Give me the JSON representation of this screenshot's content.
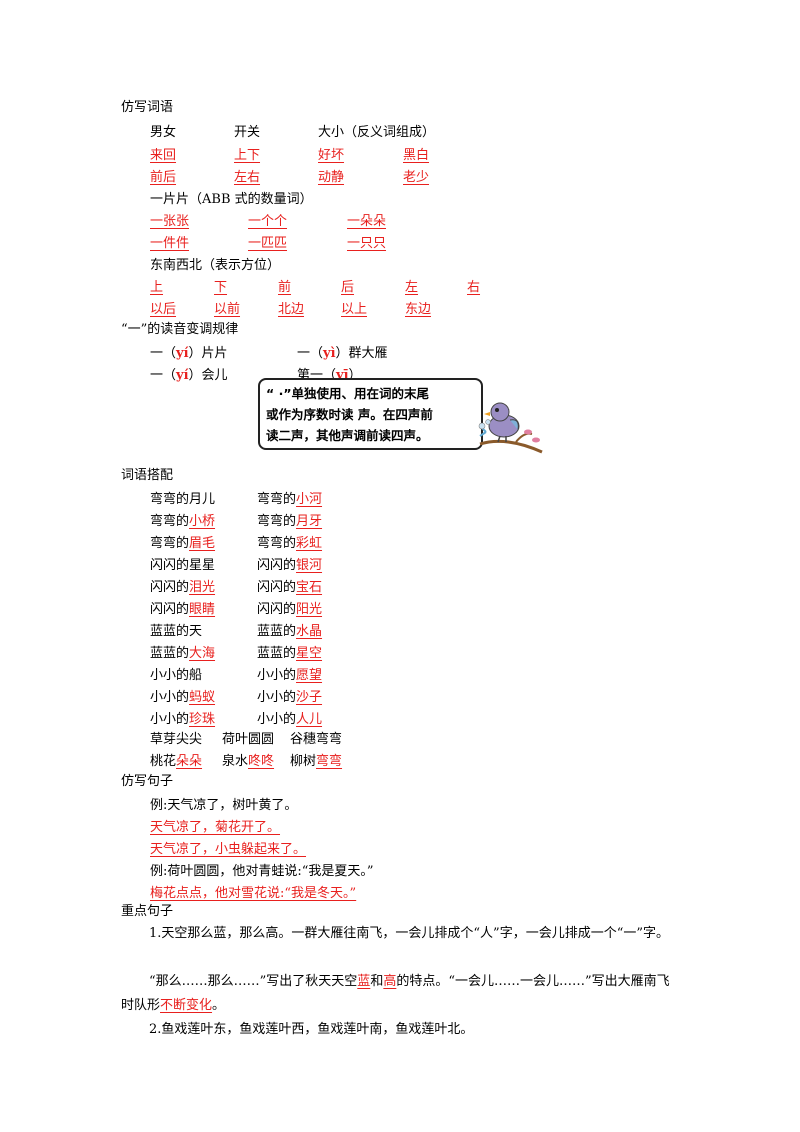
{
  "sec1": {
    "title": "仿写词语",
    "antonym": {
      "heads": [
        "男女",
        "开关",
        "大小（反义词组成）"
      ],
      "row1": [
        "来回",
        "上下",
        "好坏",
        "黑白"
      ],
      "row2": [
        "前后",
        "左右",
        "动静",
        "老少"
      ]
    },
    "abb": {
      "head": "一片片（ABB 式的数量词）",
      "row1": [
        "一张张",
        "一个个",
        "一朵朵"
      ],
      "row2": [
        "一件件",
        "一匹匹",
        "一只只"
      ]
    },
    "direction": {
      "head": "东南西北（表示方位）",
      "row1": [
        "上",
        "下",
        "前",
        "后",
        "左",
        "右"
      ],
      "row2": [
        "以后",
        "以前",
        "北边",
        "以上",
        "东边"
      ]
    }
  },
  "sec2": {
    "title": "“一”的读音变调规律",
    "a1_pre": "一（",
    "a1_py": "yí",
    "a1_post": "）片片",
    "a2_pre": "一（",
    "a2_py": "yì",
    "a2_post": "）群大雁",
    "b1_pre": "一（",
    "b1_py": "yí",
    "b1_post": "）会儿",
    "b2_pre": "第一（",
    "b2_py": "yī",
    "b2_post": "）",
    "callout_1": "“ ·”单独使用、用在词的末尾",
    "callout_2": "或作为序数时读  声。在四声前",
    "callout_3": "读二声，其他声调前读四声。"
  },
  "sec3": {
    "title": "词语搭配",
    "rows": [
      {
        "l_pre": "弯弯的月儿",
        "l_ans": "",
        "r_pre": "弯弯的",
        "r_ans": "小河"
      },
      {
        "l_pre": "弯弯的",
        "l_ans": "小桥",
        "r_pre": "弯弯的",
        "r_ans": "月牙"
      },
      {
        "l_pre": "弯弯的",
        "l_ans": "眉毛",
        "r_pre": "弯弯的",
        "r_ans": "彩虹"
      },
      {
        "l_pre": "闪闪的星星",
        "l_ans": "",
        "r_pre": "闪闪的",
        "r_ans": "银河"
      },
      {
        "l_pre": "闪闪的",
        "l_ans": "泪光",
        "r_pre": "闪闪的",
        "r_ans": "宝石"
      },
      {
        "l_pre": "闪闪的",
        "l_ans": "眼睛",
        "r_pre": "闪闪的",
        "r_ans": "阳光"
      },
      {
        "l_pre": "蓝蓝的天",
        "l_ans": "",
        "r_pre": "蓝蓝的",
        "r_ans": "水晶"
      },
      {
        "l_pre": "蓝蓝的",
        "l_ans": "大海",
        "r_pre": "蓝蓝的",
        "r_ans": "星空"
      },
      {
        "l_pre": "小小的船",
        "l_ans": "",
        "r_pre": "小小的",
        "r_ans": "愿望"
      },
      {
        "l_pre": "小小的",
        "l_ans": "蚂蚁",
        "r_pre": "小小的",
        "r_ans": "沙子"
      },
      {
        "l_pre": "小小的",
        "l_ans": "珍珠",
        "r_pre": "小小的",
        "r_ans": "人儿"
      }
    ],
    "trio1": [
      "草芽尖尖",
      "荷叶圆圆",
      "谷穗弯弯"
    ],
    "trio2": [
      {
        "pre": "桃花",
        "ans": "朵朵"
      },
      {
        "pre": "泉水",
        "ans": "咚咚"
      },
      {
        "pre": "柳树",
        "ans": "弯弯"
      }
    ]
  },
  "sec4": {
    "title": "仿写句子",
    "ex1": "例:天气凉了，树叶黄了。",
    "ans1": "天气凉了，菊花开了。",
    "ans2": "天气凉了，小虫躲起来了。",
    "ex2": "例:荷叶圆圆，他对青蛙说:“我是夏天。”",
    "ans3": "梅花点点，他对雪花说:“我是冬天。”"
  },
  "sec5": {
    "title": "重点句子",
    "p1": "1.天空那么蓝，那么高。一群大雁往南飞，一会儿排成个“人”字，一会儿排成一个“一”字。",
    "p2_a": "“那么……那么……”写出了秋天天空",
    "p2_b": "蓝",
    "p2_c": "和",
    "p2_d": "高",
    "p2_e": "的特点。“一会儿……一会儿……”写出大雁南飞时队形",
    "p2_f": "不断变化",
    "p2_g": "。",
    "p3": "2.鱼戏莲叶东，鱼戏莲叶西，鱼戏莲叶南，鱼戏莲叶北。"
  },
  "colors": {
    "answer": "#e8201e",
    "text": "#000000"
  }
}
